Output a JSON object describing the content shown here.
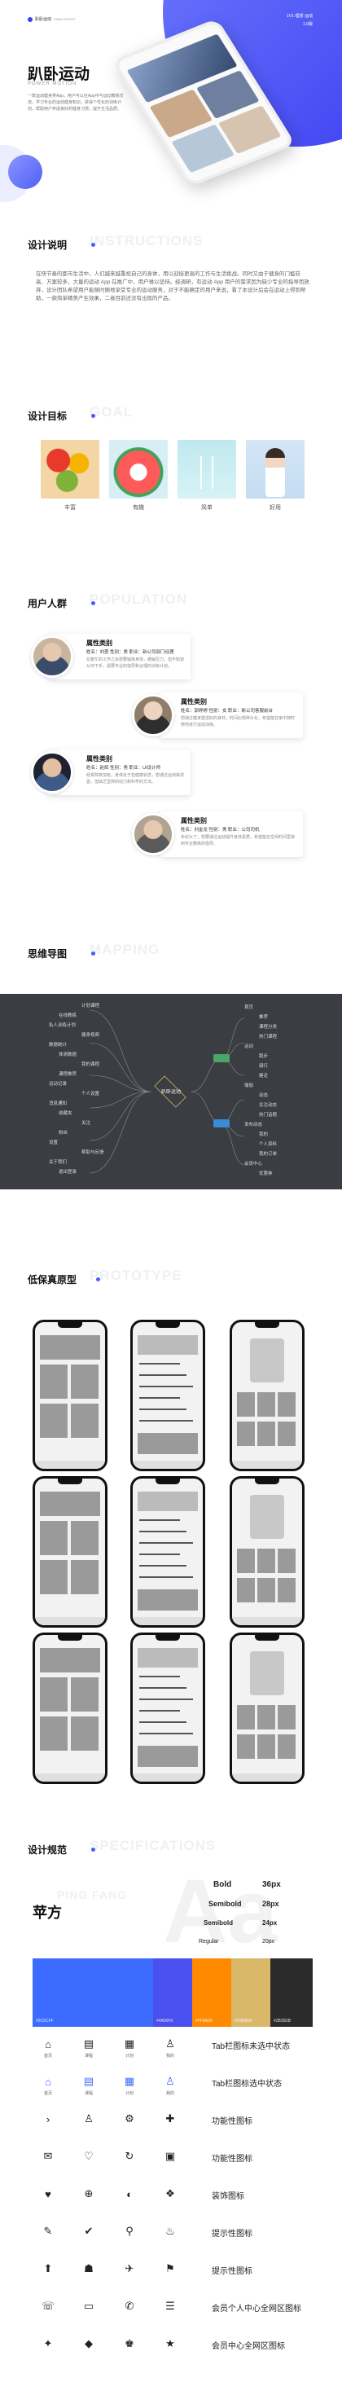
{
  "header": {
    "brand": "趴卧运动",
    "brand_sub": "PAWO SPORT",
    "top_right": "1V1·理想·运动",
    "top_right_sub": "1.0版",
    "app_title": "趴卧运动",
    "app_title_en": "POWER MOTION",
    "intro": "一款运动健身类App，用户可以在App中与运动教练交流，学习专业的运动健身知识，获得个性化的训练计划，帮助用户养成良好的健身习惯，提升生活品质。"
  },
  "design_intro": {
    "title": "设计说明",
    "en": "INSTRUCTIONS",
    "text": "在快节奏的都市生活中，人们越来越重视自己的身体，用以迎接更高的工作与生活挑战。同时又由于健身的门槛较高、方案较多，大量的运动 App 在推广中，用户难以坚持。经调研，有运动 App 用户的需求因为缺少专业的指导而放弃，设计团队希望用户能随时随地享受专业的运动服务，对于不能确定的用户来说，看了本设计后会在运动上得到帮助，一款简单精美产生效果，二者目前还没有出现的产品。"
  },
  "goals": {
    "title": "设计目标",
    "en": "GOAL",
    "items": [
      {
        "label": "丰富"
      },
      {
        "label": "有趣"
      },
      {
        "label": "简单"
      },
      {
        "label": "好用"
      }
    ]
  },
  "personas": {
    "title": "用户人群",
    "en": "POPULATION",
    "items": [
      {
        "title": "属性类别",
        "meta": "姓名：刘勇  性别：男  职业：新公司部门经理",
        "desc": "在繁忙的工作之余想要锻炼身体，缓解压力，但不知道从何下手，需要专业的指导和合理的训练计划。"
      },
      {
        "title": "属性类别",
        "meta": "姓名：郭婷婷  性别：女  职业：新公司客服前台",
        "desc": "想通过健身塑造好的身材，时间比较碎片化，希望能在家中随时随地进行运动训练。"
      },
      {
        "title": "属性类别",
        "meta": "姓名：赵辉  性别：男  职业：UI设计师",
        "desc": "经常熬夜加班，身体处于亚健康状态，想通过运动来改善，但缺乏坚持的动力和科学的方法。"
      },
      {
        "title": "属性类别",
        "meta": "姓名：刘金龙  性别：男  职业：公司司机",
        "desc": "年纪大了，想要通过运动提升身体素质，希望能在空闲时间里得到专业教练的指导。"
      }
    ]
  },
  "mindmap": {
    "title": "思维导图",
    "en": "MAPPING",
    "center": "趴卧运动",
    "left_nodes": [
      "计划课程",
      "在线教练",
      "私人训练计划",
      "健身视频",
      "数据统计",
      "体测数据",
      "我的课程",
      "课程推荐",
      "运动记录",
      "个人设置",
      "消息通知",
      "收藏夹",
      "关注",
      "粉丝",
      "设置",
      "帮助与反馈",
      "关于我们",
      "退出登录"
    ],
    "right_nodes": [
      "首页",
      "推荐",
      "课程分类",
      "热门课程",
      "运动",
      "跑步",
      "骑行",
      "健走",
      "瑜伽",
      "动态",
      "关注动态",
      "热门话题",
      "发布动态",
      "我的",
      "个人资料",
      "我的订单",
      "会员中心",
      "优惠券"
    ]
  },
  "prototype": {
    "title": "低保真原型",
    "en": "PROTOTYPE"
  },
  "spec": {
    "title": "设计规范",
    "en": "SPECIFICATIONS",
    "font_title": "苹方",
    "font_en": "PING FANG",
    "big_letter": "Aa",
    "weights": [
      {
        "name": "Bold",
        "size": "36px"
      },
      {
        "name": "Semibold",
        "size": "28px"
      },
      {
        "name": "Semibold",
        "size": "24px"
      },
      {
        "name": "Regular",
        "size": "20px"
      }
    ],
    "colors": [
      {
        "hex": "#3c6cff",
        "label": "#3C6CFF"
      },
      {
        "hex": "#4a50f0",
        "label": "#4A50F0"
      },
      {
        "hex": "#ff8a00",
        "label": "#FF8A00"
      },
      {
        "hex": "#d9b86a",
        "label": "#D9B86A"
      },
      {
        "hex": "#2b2b2b",
        "label": "#2B2B2B"
      }
    ],
    "icon_rows": [
      {
        "label": "Tab栏图标未选中状态",
        "captions": [
          "首页",
          "课程",
          "计划",
          "我的"
        ]
      },
      {
        "label": "Tab栏图标选中状态",
        "captions": [
          "首页",
          "课程",
          "计划",
          "我的"
        ]
      },
      {
        "label": "功能性图标",
        "captions": []
      },
      {
        "label": "功能性图标",
        "captions": []
      },
      {
        "label": "装饰图标",
        "captions": []
      },
      {
        "label": "提示性图标",
        "captions": []
      },
      {
        "label": "提示性图标",
        "captions": []
      },
      {
        "label": "会员个人中心全网区图标",
        "captions": []
      },
      {
        "label": "会员中心全网区图标",
        "captions": []
      }
    ]
  }
}
